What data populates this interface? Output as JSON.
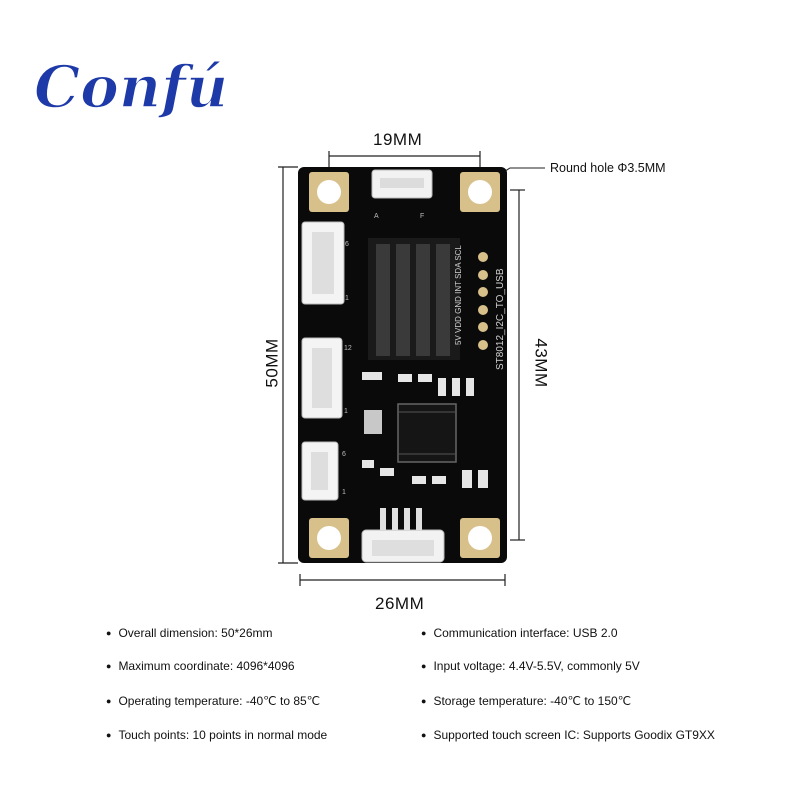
{
  "brand": {
    "name": "Confu"
  },
  "dimensions": {
    "top": "19MM",
    "left": "50MM",
    "right": "43MM",
    "bottom": "26MM",
    "hole_note": "Round hole Φ3.5MM"
  },
  "board": {
    "silkscreen_name": "ST8012_I2C_TO_USB",
    "pin_labels": "5V VDD GND INT SDA SCL",
    "connector_top_marks": [
      "A",
      "F"
    ],
    "connector_pins": [
      "6",
      "1",
      "12",
      "1",
      "6",
      "1"
    ]
  },
  "specs": [
    {
      "text": "Overall dimension: 50*26mm"
    },
    {
      "text": "Communication interface: USB 2.0"
    },
    {
      "text": "Maximum coordinate: 4096*4096"
    },
    {
      "text": "Input voltage: 4.4V-5.5V, commonly 5V"
    },
    {
      "text": "Operating temperature: -40℃ to 85℃"
    },
    {
      "text": "Storage temperature: -40℃ to 150℃"
    },
    {
      "text": "Touch points: 10 points in normal mode"
    },
    {
      "text": "Supported touch screen IC: Supports Goodix GT9XX"
    }
  ],
  "colors": {
    "pcb": "#0a0a0a",
    "pad": "#d8c08a",
    "brand": "#1e3aa8"
  }
}
